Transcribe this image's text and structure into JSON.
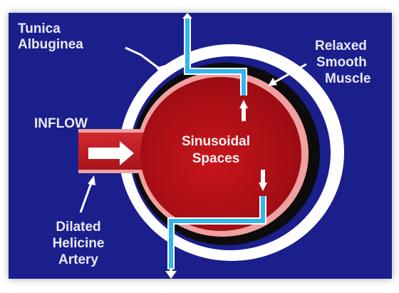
{
  "labels": {
    "tunica_line1": "Tunica",
    "tunica_line2": "Albuginea",
    "relaxed_line1": "Relaxed",
    "relaxed_line2": "Smooth",
    "relaxed_line3": "Muscle",
    "inflow": "INFLOW",
    "center_line1": "Sinusoidal",
    "center_line2": "Spaces",
    "artery_line1": "Dilated",
    "artery_line2": "Helicine",
    "artery_line3": "Artery"
  },
  "colors": {
    "background": "#1b1f8c",
    "tunica_albuginea": "#ffffff",
    "smooth_muscle_band": "#0c0c0c",
    "endothelium": "#f0a0a0",
    "sinusoidal_space": "#b10f16",
    "inflow_artery": "#c01b20",
    "venule": "#33b5f0",
    "arrow": "#ffffff"
  }
}
